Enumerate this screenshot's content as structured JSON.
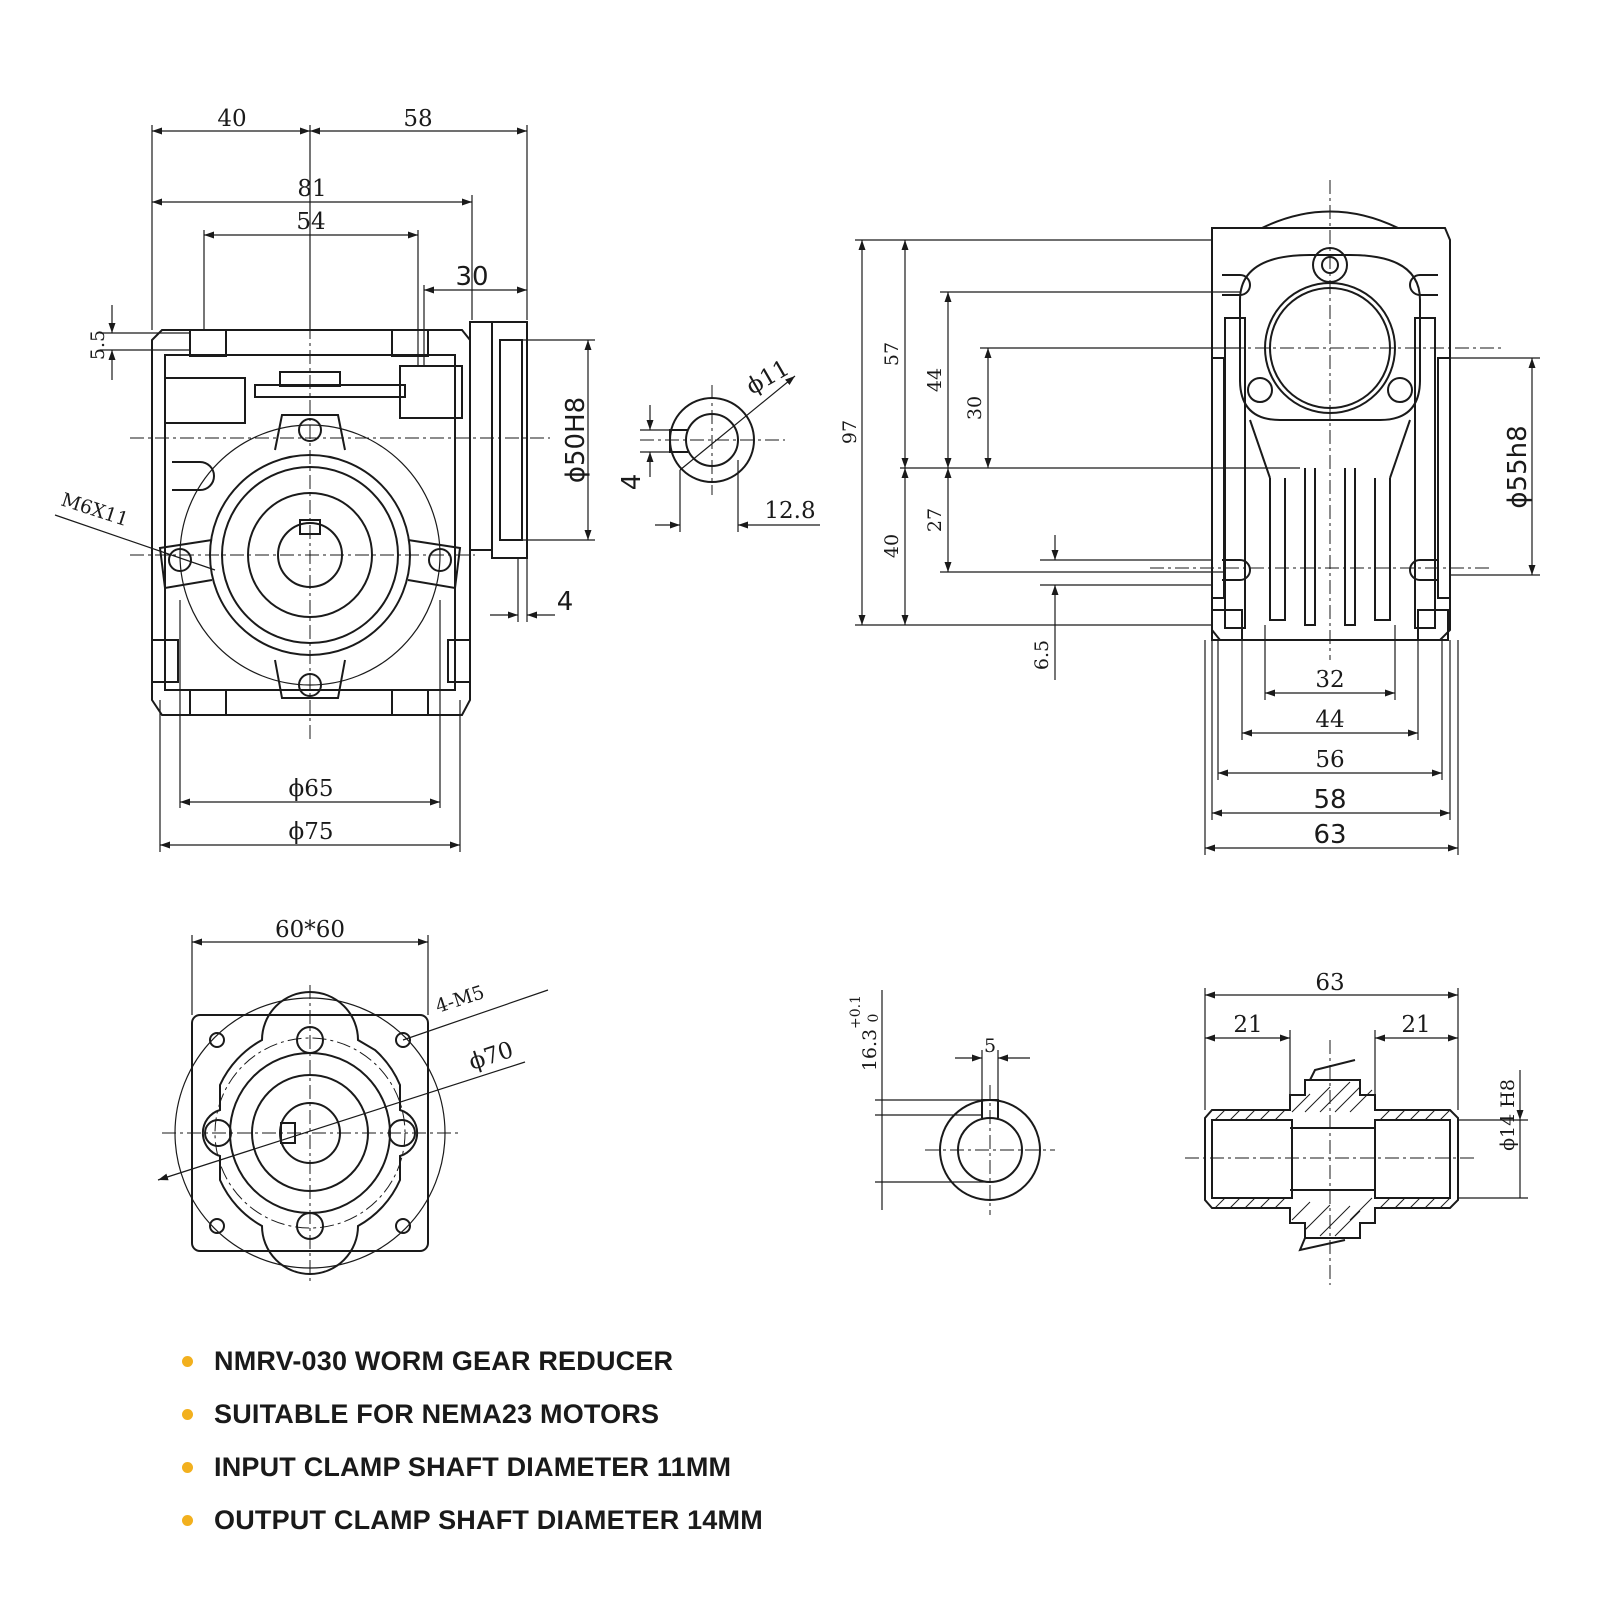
{
  "colors": {
    "line": "#1a1a1a",
    "bullet": "#f2b01e",
    "background": "#ffffff"
  },
  "dimensions": {
    "front": {
      "d40": "40",
      "d58": "58",
      "d81": "81",
      "d54": "54",
      "d30": "30",
      "d5_5": "5.5",
      "m6x11": "M6X11",
      "phi50h8": "ϕ50H8",
      "d4": "4",
      "phi65": "ϕ65",
      "phi75": "ϕ75"
    },
    "input_shaft": {
      "phi11": "ϕ11",
      "d4": "4",
      "d12_8": "12.8"
    },
    "side": {
      "d97": "97",
      "d57": "57",
      "d44": "44",
      "d30": "30",
      "d40": "40",
      "d27": "27",
      "d6_5": "6.5",
      "phi55h8": "ϕ55h8",
      "d32": "32",
      "d44b": "44",
      "d56": "56",
      "d58": "58",
      "d63": "63"
    },
    "flange": {
      "d60x60": "60*60",
      "m5": "4-M5",
      "phi70": "ϕ70"
    },
    "output_key": {
      "d16_3": "16.3",
      "tol_plus": "+0.1",
      "tol_zero": "0",
      "d5": "5"
    },
    "output_shaft": {
      "d63": "63",
      "d21a": "21",
      "d21b": "21",
      "phi14h8": "ϕ14 H8"
    }
  },
  "notes": [
    "NMRV-030 WORM GEAR REDUCER",
    "SUITABLE FOR NEMA23 MOTORS",
    "INPUT CLAMP SHAFT DIAMETER 11MM",
    "OUTPUT CLAMP SHAFT DIAMETER 14MM"
  ]
}
